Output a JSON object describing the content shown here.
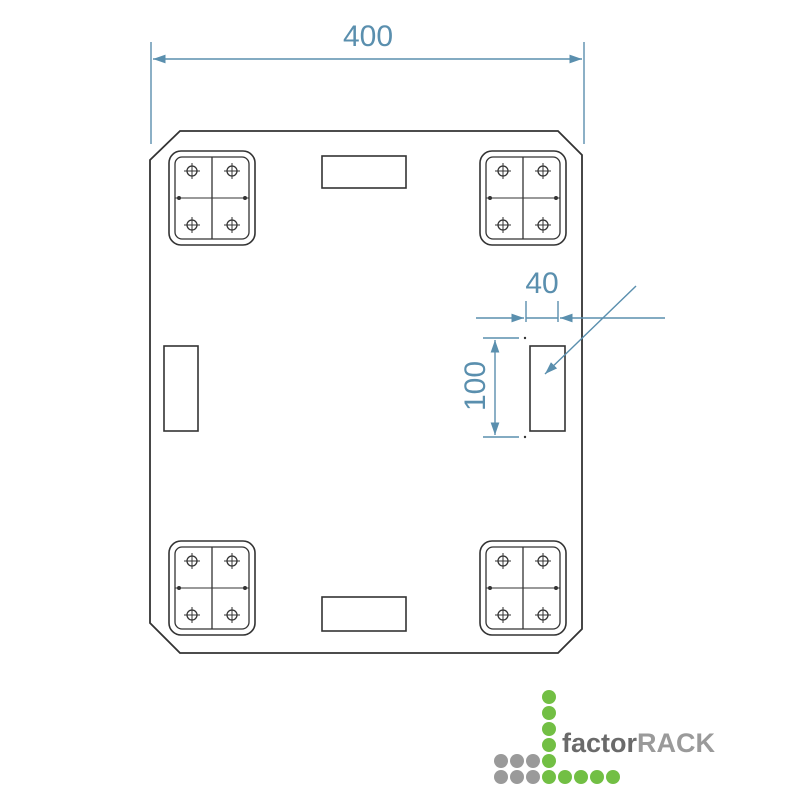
{
  "dimensions": {
    "width_label": "400",
    "offset_label": "40",
    "height_label": "100"
  },
  "logo": {
    "text_prefix": "factor",
    "text_suffix": "RACK"
  },
  "colors": {
    "dimension": "#5a8fae",
    "outline": "#333333",
    "logo_green": "#72bf44",
    "logo_gray": "#9a9a9a",
    "logo_text_dark": "#6a6a6a",
    "logo_text_light": "#9a9a9a"
  },
  "icons": [
    "plate-outline",
    "caster-mount-icon",
    "slot-cutout",
    "dimension-arrow",
    "factorrack-logo"
  ]
}
